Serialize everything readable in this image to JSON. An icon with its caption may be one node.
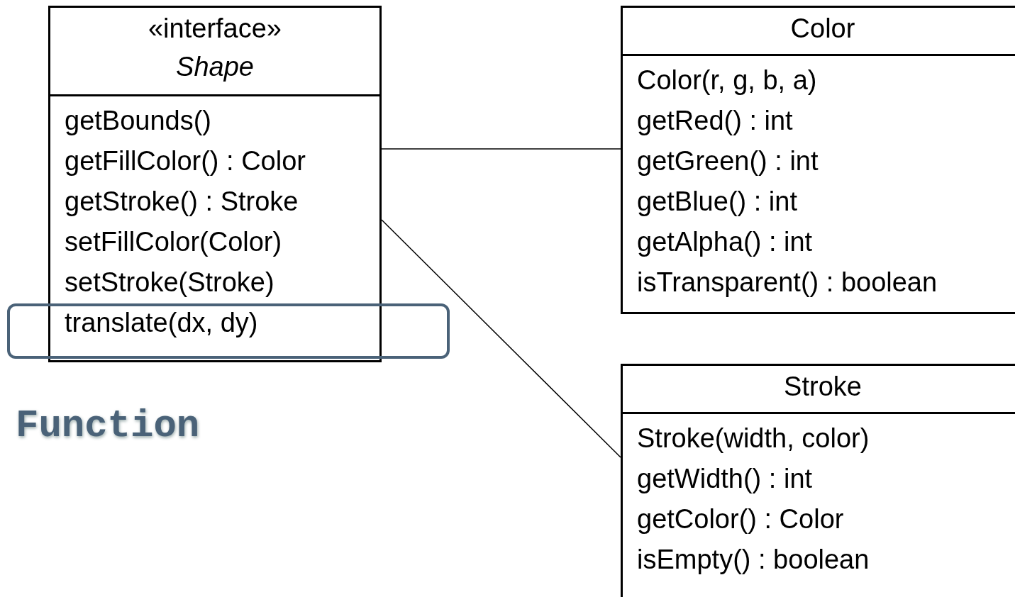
{
  "diagram": {
    "nodes": [
      {
        "text": [
          "«interface» *Shape*",
          "getBounds()",
          "getFillColor() : Color",
          "getStroke() : Stroke",
          "setFillColor(Color)",
          "setStroke(Stroke)",
          "translate(dx, dy)"
        ]
      },
      {
        "text": [
          "Color",
          "Color(r, g, b, a)",
          "getRed() : int",
          "getGreen() : int",
          "getBlue() : int",
          "getAlpha() : int",
          "isTransparent() : boolean"
        ]
      },
      {
        "text": [
          "Stroke",
          "Stroke(width, color)",
          "getWidth() : int",
          "getColor() : Color",
          "isEmpty() : boolean"
        ]
      }
    ],
    "edges": [
      {
        "from": 0,
        "to": 1,
        "arrow": "none"
      },
      {
        "from": 0,
        "to": 2,
        "arrow": "none"
      }
    ],
    "labels": [
      "Function"
    ]
  }
}
